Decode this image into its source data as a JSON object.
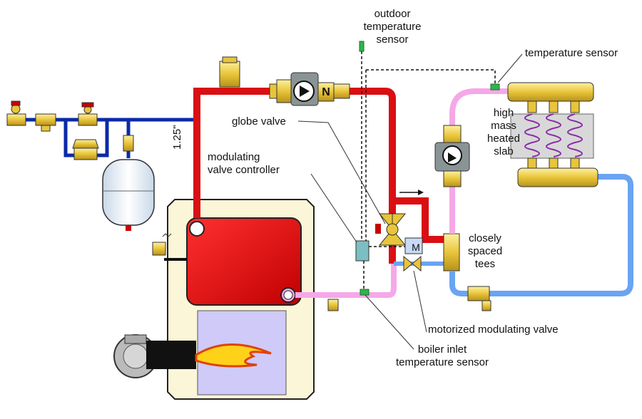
{
  "labels": {
    "outdoor_sensor": [
      "outdoor",
      "temperature",
      "sensor"
    ],
    "temperature_sensor": "temperature sensor",
    "globe_valve": "globe valve",
    "pipe_size": "1.25\"",
    "modulating_controller": [
      "modulating",
      "valve controller"
    ],
    "slab": [
      "high",
      "mass",
      "heated",
      "slab"
    ],
    "tees": [
      "closely",
      "spaced",
      "tees"
    ],
    "motorized_valve": "motorized modulating valve",
    "boiler_inlet_sensor": [
      "boiler inlet",
      "temperature sensor"
    ],
    "actuator_letter": "M"
  },
  "colors": {
    "supply_pipe": "#d90f14",
    "cold_water_pipe": "#0b2aa6",
    "return_pipe_pink": "#f5a8e8",
    "return_pipe_blue": "#6aa4f2",
    "brass": "#e8c53a",
    "boiler_body": "#fbf6d8",
    "combustion_chamber": "#cfcaf7",
    "sensor_green": "#2fb54a",
    "controller_teal": "#7bbfc2"
  }
}
